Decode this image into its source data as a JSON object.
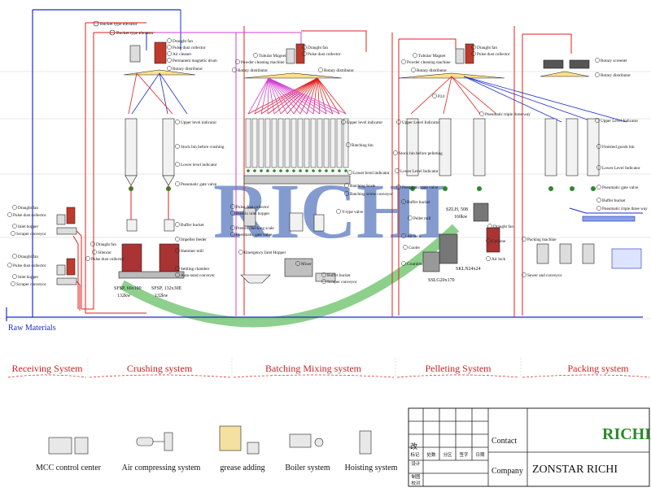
{
  "raw_materials_label": "Raw Materials",
  "watermark": "RICHI",
  "sections": [
    {
      "id": "receiving",
      "label": "Receiving System"
    },
    {
      "id": "crushing",
      "label": "Crushing system"
    },
    {
      "id": "batching",
      "label": "Batching Mixing system"
    },
    {
      "id": "pelleting",
      "label": "Pelleting System"
    },
    {
      "id": "packing",
      "label": "Packing system"
    }
  ],
  "receiving_labels": [
    "Draught fan",
    "Pulse dust collector",
    "Inlet hopper",
    "Scraper conveyor",
    "Draught fan",
    "Pulse dust collector",
    "Inlet hopper",
    "Scraper conveyor"
  ],
  "top_labels": [
    "Bucket type elevator",
    "Bucket type elevator"
  ],
  "crushing_labels": [
    "Draught fan",
    "Pulse dust collector",
    "Air cleaner",
    "Permanent magnetic drum",
    "Rotary distributor",
    "Upper level indicator",
    "Stock bin before crushing",
    "Lower level indicator",
    "Pneumatic gate valve",
    "Buffer bucket",
    "Impeller feeder",
    "Hammer mill",
    "Settling chamber",
    "Auto-send conveyer",
    "Draught fan",
    "Silencer",
    "Pulse dust collector"
  ],
  "crushing_models": [
    "SFSP, 66x100",
    "132kw",
    "SFSP, 132x30E",
    "132kw"
  ],
  "batching_labels": [
    "Tubular Magnet",
    "Powder cleaning machine",
    "Rotary distributor",
    "Draught fan",
    "Pulse dust collector",
    "Rotary distributor",
    "Upper level indicator",
    "Batching bin",
    "Lower level indicator",
    "Batching screw conveyor",
    "Pulse dust collector",
    "Premix inlet hopper",
    "Premix checking scale",
    "Pneumatic gate valve",
    "Batching Scale",
    "Y-type valve",
    "Buffer bucket",
    "Scraper conveyor",
    "Mixer",
    "Emergency Inlet Hopper"
  ],
  "pelleting_labels": [
    "Tubular Magnet",
    "Powder cleaning machine",
    "Rotary distributor",
    "Draught fan",
    "Pulse dust collector",
    "P24",
    "Upper Level Indicator",
    "Pneumatic triple three way",
    "Stock bin before pelleting",
    "Lower Level Indicator",
    "Pneumatic gate valve",
    "Buffer bucket",
    "Pellet mill",
    "Air lock",
    "Cooler",
    "Crumbler",
    "Draught fan",
    "Cyclone",
    "Air lock"
  ],
  "pelleting_models": [
    "SZLH, 508",
    "160kw",
    "SSLG20x170",
    "SKLN24x24"
  ],
  "packing_labels": [
    "Rotary screener",
    "Rotary distributor",
    "Upper Level Indicator",
    "Finished goods bin",
    "Lower Level Indicator",
    "Pneumatic gate valve",
    "Buffer bucket",
    "Pneumatic triple three way",
    "Packing machine",
    "Sewer and conveyor"
  ],
  "legend": [
    {
      "id": "mcc",
      "label": "MCC control center"
    },
    {
      "id": "air",
      "label": "Air compressing system"
    },
    {
      "id": "grease",
      "label": "grease adding"
    },
    {
      "id": "boiler",
      "label": "Boiler system"
    },
    {
      "id": "hoist",
      "label": "Hoisting system"
    }
  ],
  "title_block": {
    "contact_label": "Contact",
    "company_label": "Company",
    "company_value": "ZONSTAR RICHI",
    "logo_text": "RICHI",
    "stamp_text": "改",
    "row_labels": [
      "标记",
      "处数",
      "分区",
      "签字",
      "日期"
    ],
    "left_rows": [
      "设计",
      "制图",
      "校对"
    ]
  },
  "colors": {
    "red": "#e0201c",
    "blue": "#1a2ec8",
    "magenta": "#d040d0",
    "green": "#22a022",
    "gray": "#9a9a9a"
  }
}
